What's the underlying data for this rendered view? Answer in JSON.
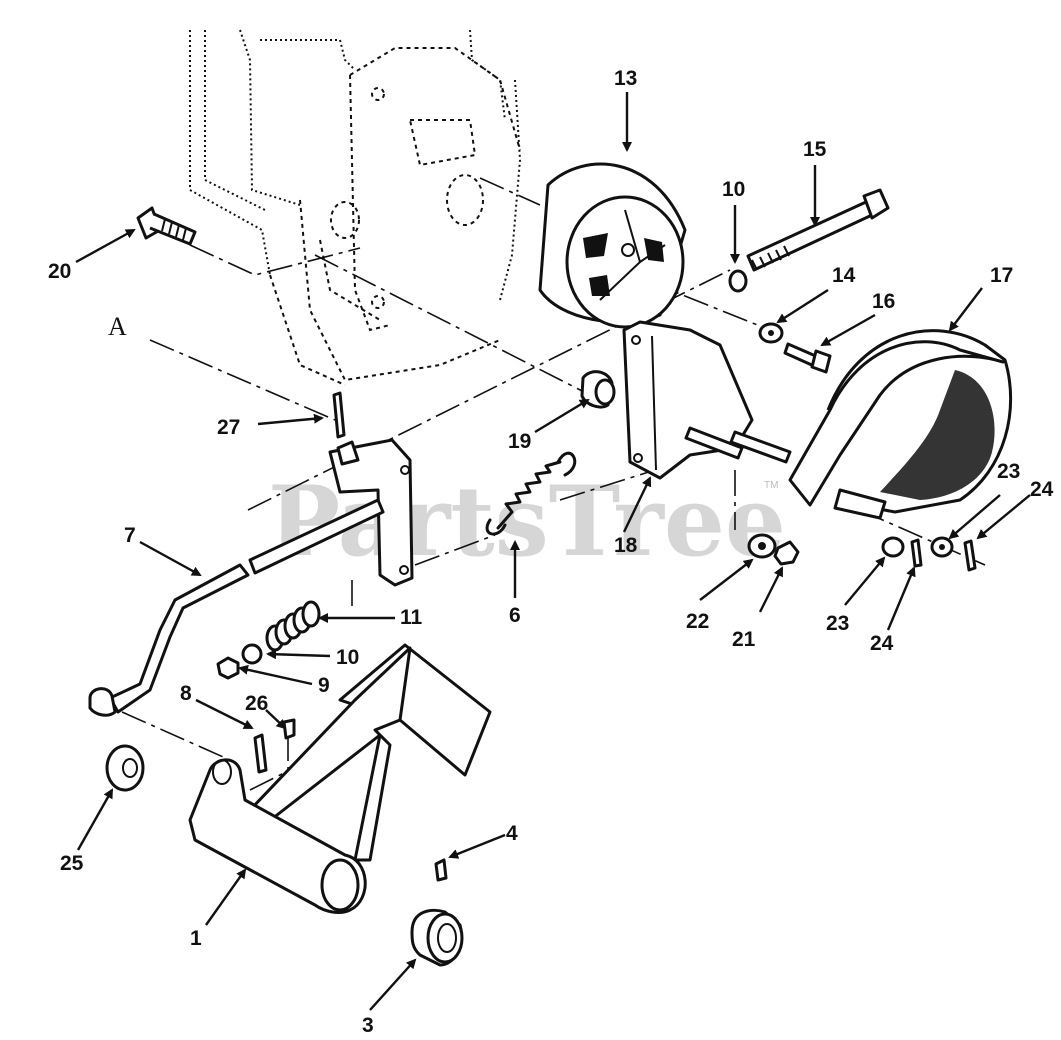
{
  "watermark": "PartsTree",
  "watermark_tm": "TM",
  "view_letter": "A",
  "callouts": [
    "1",
    "3",
    "4",
    "6",
    "7",
    "8",
    "9",
    "10",
    "10",
    "11",
    "13",
    "14",
    "15",
    "16",
    "17",
    "18",
    "19",
    "20",
    "21",
    "22",
    "23",
    "23",
    "24",
    "24",
    "25",
    "26",
    "27"
  ]
}
